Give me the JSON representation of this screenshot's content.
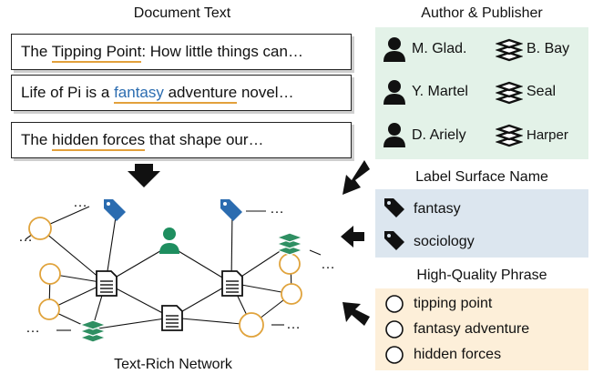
{
  "document_text": {
    "heading": "Document Text",
    "docs": [
      {
        "before": "The ",
        "highlight": "Tipping Point",
        "after": ": How little things can…",
        "highlight_style": "phrase"
      },
      {
        "before": "Life of Pi is a ",
        "highlight": "fantasy",
        "mid": " adventure",
        "after": " novel…",
        "highlight_style": "label"
      },
      {
        "before": "The ",
        "highlight": "hidden forces",
        "after": " that shape our…",
        "highlight_style": "phrase"
      }
    ]
  },
  "author_publisher": {
    "heading": "Author & Publisher",
    "authors": [
      "M. Glad.",
      "Y. Martel",
      "D. Ariely"
    ],
    "publishers": [
      "B. Bay",
      "Seal",
      "Harper"
    ],
    "author_icon": "person-icon",
    "publisher_icon": "books-icon",
    "background": "#e3f2e8"
  },
  "label_surface_name": {
    "heading": "Label Surface Name",
    "labels": [
      "fantasy",
      "sociology"
    ],
    "icon": "tag-icon",
    "background": "#dce6ef"
  },
  "high_quality_phrase": {
    "heading": "High-Quality Phrase",
    "phrases": [
      "tipping point",
      "fantasy adventure",
      "hidden forces"
    ],
    "icon": "circle-icon",
    "background": "#fdefd9"
  },
  "network": {
    "caption": "Text-Rich Network",
    "ellipsis": "…"
  },
  "colors": {
    "phrase_underline": "#e2a03b",
    "label_blue": "#2b6cb0",
    "author_green": "#1e8e5f",
    "books_green": "#2f8f62",
    "node_orange": "#e0a33c"
  }
}
